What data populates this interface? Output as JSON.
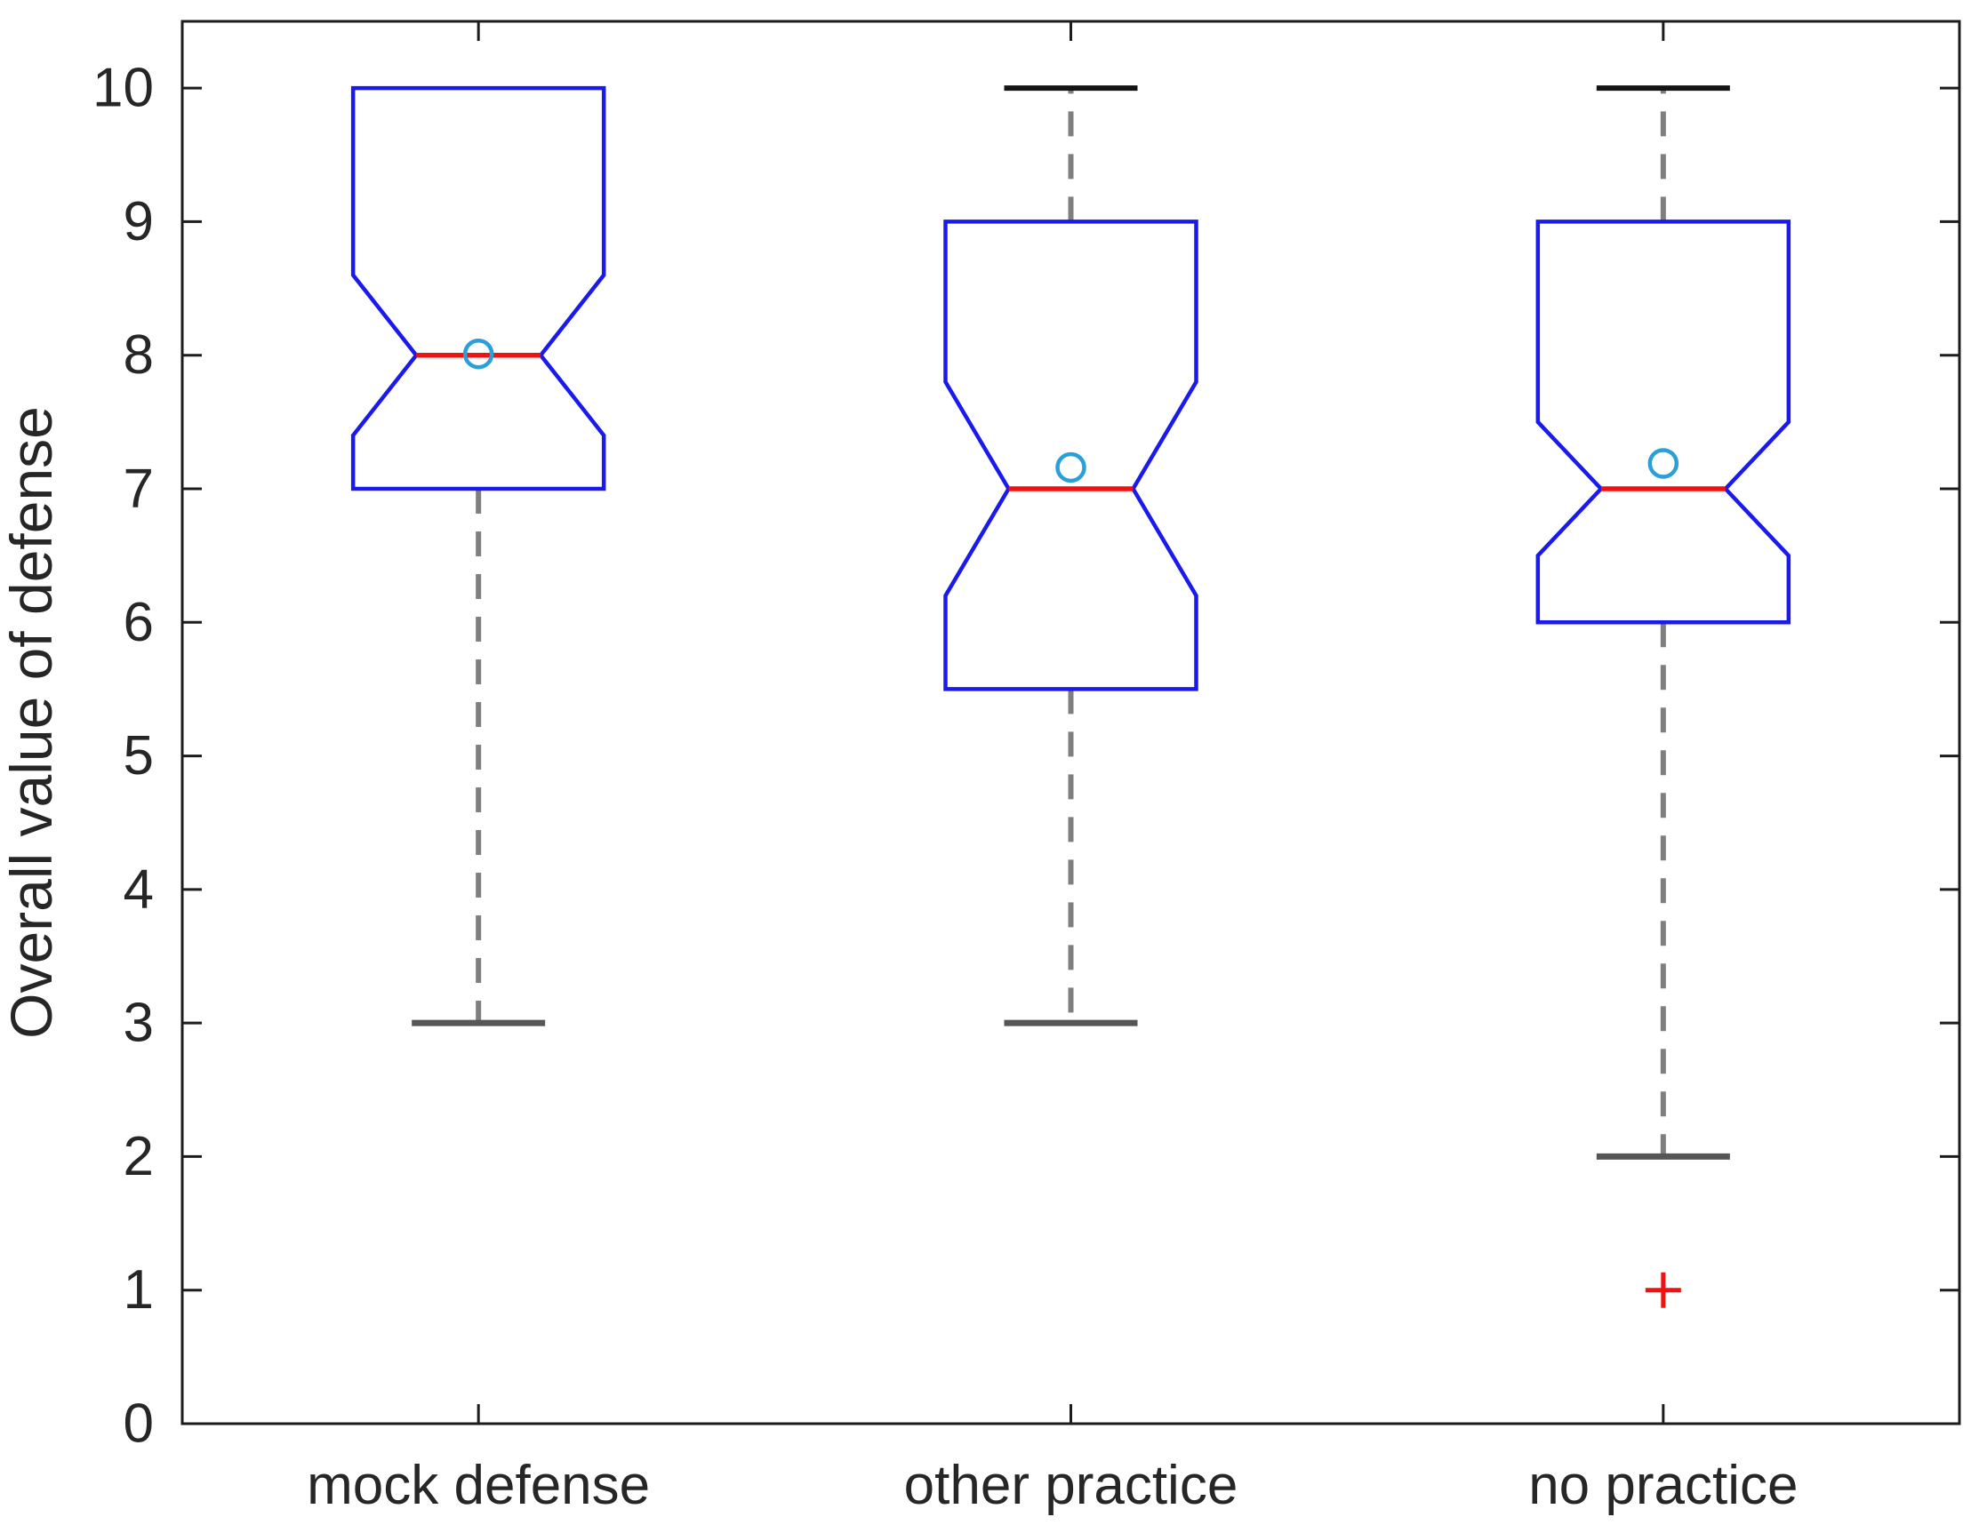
{
  "figure": {
    "background": "#ffffff"
  },
  "chart_data": {
    "type": "boxplot",
    "title": "",
    "xlabel": "",
    "ylabel": "Overall value of defense",
    "ylim": [
      0,
      10.5
    ],
    "yticks": [
      0,
      1,
      2,
      3,
      4,
      5,
      6,
      7,
      8,
      9,
      10
    ],
    "grid": false,
    "notched": true,
    "categories": [
      "mock defense",
      "other practice",
      "no practice"
    ],
    "series": [
      {
        "label": "mock defense",
        "whisker_low": 3,
        "q1": 7,
        "median": 8,
        "q3": 10,
        "whisker_high": 10,
        "notch_low": 7.4,
        "notch_high": 8.6,
        "mean": 8.01,
        "outliers": []
      },
      {
        "label": "other practice",
        "whisker_low": 3,
        "q1": 5.5,
        "median": 7,
        "q3": 9,
        "whisker_high": 10,
        "notch_low": 6.2,
        "notch_high": 7.8,
        "mean": 7.16,
        "outliers": []
      },
      {
        "label": "no practice",
        "whisker_low": 2,
        "q1": 6,
        "median": 7,
        "q3": 9,
        "whisker_high": 10,
        "notch_low": 6.5,
        "notch_high": 7.5,
        "mean": 7.19,
        "outliers": [
          1
        ]
      }
    ],
    "colors": {
      "box": "#1a1aee",
      "median": "#f21111",
      "mean_marker": "#2b9fd8",
      "whisker_dash": "#7f7f7f",
      "cap_high": "#141414",
      "cap_low": "#565656",
      "outlier": "#f21111",
      "axis": "#1c1c1c",
      "tick_label": "#262626"
    }
  }
}
